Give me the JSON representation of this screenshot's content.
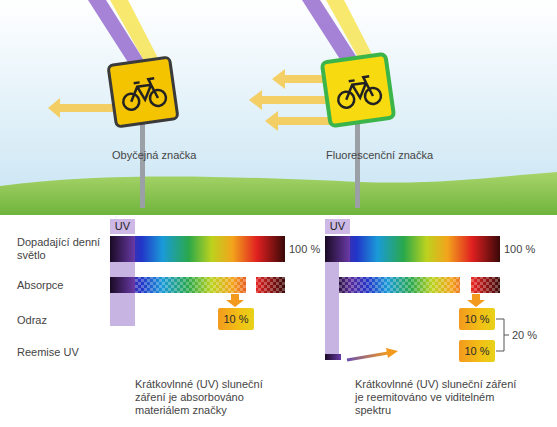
{
  "diagram": {
    "nodes": [
      {
        "text": [
          "10 %"
        ]
      },
      {
        "text": [
          "10 %"
        ]
      },
      {
        "text": [
          "10 %"
        ]
      }
    ],
    "labels": [
      "Obyčejná značka",
      "Fluorescenční značka",
      "UV",
      "UV",
      "Dopadající denní světlo",
      "100 %",
      "100 %",
      "Absorpce",
      "Odraz",
      "Reemise UV",
      "20 %",
      "Krátkovlnné (UV) sluneční záření je absorbováno materiálem značky",
      "Krátkovlnné (UV) sluneční záření je reemitováno ve viditelném spektru"
    ]
  }
}
